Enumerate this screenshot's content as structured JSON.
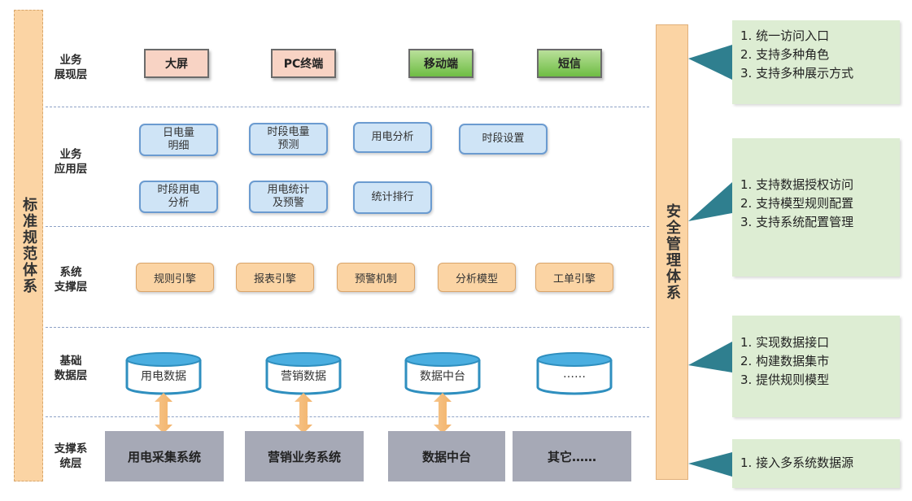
{
  "left_pillar": {
    "label": "标准规范体系"
  },
  "right_pillar": {
    "label": "安全管理体系"
  },
  "layers": {
    "display": {
      "label": "业务\n展现层",
      "items": [
        "大屏",
        "PC终端",
        "移动端",
        "短信"
      ]
    },
    "application": {
      "label": "业务\n应用层",
      "items": [
        "日电量\n明细",
        "时段电量\n预测",
        "用电分析",
        "时段设置",
        "时段用电\n分析",
        "用电统计\n及预警",
        "统计排行"
      ]
    },
    "support": {
      "label": "系统\n支撑层",
      "items": [
        "规则引擎",
        "报表引擎",
        "预警机制",
        "分析模型",
        "工单引擎"
      ]
    },
    "data": {
      "label": "基础\n数据层",
      "items": [
        "用电数据",
        "营销数据",
        "数据中台",
        "……"
      ]
    },
    "system": {
      "label": "支撑系\n统层",
      "items": [
        "用电采集系统",
        "营销业务系统",
        "数据中台",
        "其它……"
      ]
    }
  },
  "callouts": [
    {
      "lines": [
        "1. 统一访问入口",
        "2. 支持多种角色",
        "3. 支持多种展示方式"
      ]
    },
    {
      "lines": [
        "1. 支持数据授权访问",
        "2. 支持模型规则配置",
        "3. 支持系统配置管理"
      ]
    },
    {
      "lines": [
        "1. 实现数据接口",
        "2. 构建数据集市",
        "3. 提供规则模型"
      ]
    },
    {
      "lines": [
        "1. 接入多系统数据源"
      ]
    }
  ],
  "colors": {
    "callout_bg": "#ddedd3",
    "callout_pointer": "#2f7f8f",
    "pillar": "#fbd4a4",
    "divider": "#8ea2c6"
  }
}
